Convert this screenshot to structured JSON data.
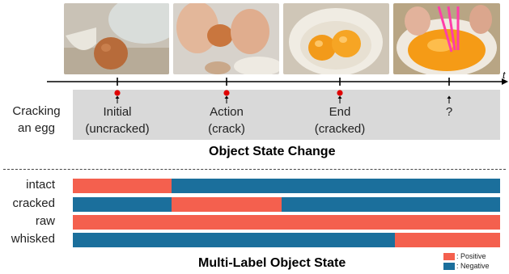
{
  "frames": [
    {
      "caption": "Initial",
      "sub": "(uncracked)"
    },
    {
      "caption": "Action",
      "sub": "(crack)"
    },
    {
      "caption": "End",
      "sub": "(cracked)"
    },
    {
      "caption": "?",
      "sub": ""
    }
  ],
  "timeline": {
    "axis_label": "t"
  },
  "task": {
    "line1": "Cracking",
    "line2": "an egg"
  },
  "state_change_title": "Object State Change",
  "multi_label_title": "Multi-Label Object State",
  "colors": {
    "positive": "#f4604e",
    "negative": "#1b6f9c",
    "panel": "#d9d9d9"
  },
  "states": [
    {
      "label": "intact",
      "segments": [
        {
          "from": 0.0,
          "to": 0.232,
          "value": "positive"
        },
        {
          "from": 0.232,
          "to": 1.0,
          "value": "negative"
        }
      ]
    },
    {
      "label": "cracked",
      "segments": [
        {
          "from": 0.0,
          "to": 0.232,
          "value": "negative"
        },
        {
          "from": 0.232,
          "to": 0.488,
          "value": "positive"
        },
        {
          "from": 0.488,
          "to": 1.0,
          "value": "negative"
        }
      ]
    },
    {
      "label": "raw",
      "segments": [
        {
          "from": 0.0,
          "to": 1.0,
          "value": "positive"
        }
      ]
    },
    {
      "label": "whisked",
      "segments": [
        {
          "from": 0.0,
          "to": 0.753,
          "value": "negative"
        },
        {
          "from": 0.753,
          "to": 1.0,
          "value": "positive"
        }
      ]
    }
  ],
  "legend": {
    "positive": ": Positive",
    "negative": ": Negative"
  }
}
